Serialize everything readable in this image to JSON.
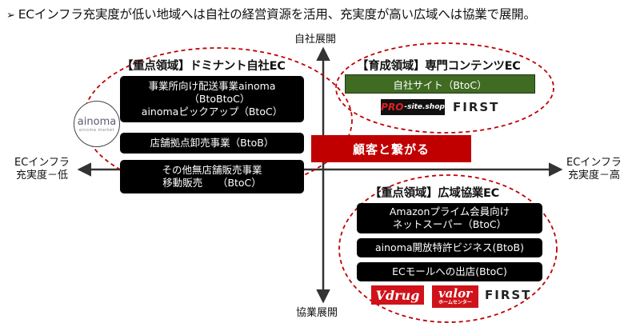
{
  "headline": {
    "marker": "➢",
    "text": "ECインフラ充実度が低い地域へは自社の経営資源を活用、充実度が高い広域へは協業で展開。"
  },
  "axes": {
    "top": "自社展開",
    "bottom": "協業展開",
    "left": "ECインフラ\n充実度－低",
    "right": "ECインフラ\n充実度－高"
  },
  "center_label": "顧客と繋がる",
  "groups": {
    "dominant": {
      "title": "【重点領域】ドミナント自社EC",
      "items": [
        "事業所向け配送事業ainoma\n　　（BtoBtoC）\nainomaピックアップ（BtoC）",
        "店舗拠点卸売事業（BtoB）",
        "その他無店舗販売事業\n移動販売　　（BtoC）"
      ],
      "logo": {
        "name": "ainoma",
        "sub": "ainoma market"
      }
    },
    "content": {
      "title": "【育成領域】専門コンテンツEC",
      "items": [
        "自社サイト（BtoC）"
      ],
      "logos": {
        "proshop": "PRO-site.shop",
        "proshop_prefix": "PRO",
        "proshop_rest": "-site.shop",
        "first": "FIRST"
      }
    },
    "wide": {
      "title": "【重点領域】広域協業EC",
      "items": [
        "Amazonプライム会員向け\nネットスーパー（BtoC）",
        "ainoma開放特許ビジネス(BtoB)",
        "ECモールへの出店(BtoC)"
      ],
      "logos": {
        "vdrug": "Vdrug",
        "valor": "valor",
        "valor_sub": "ホームセンター",
        "first": "FIRST"
      }
    }
  },
  "colors": {
    "accent": "#c00000",
    "dash": "#c00000",
    "green": "#3f6b22"
  }
}
